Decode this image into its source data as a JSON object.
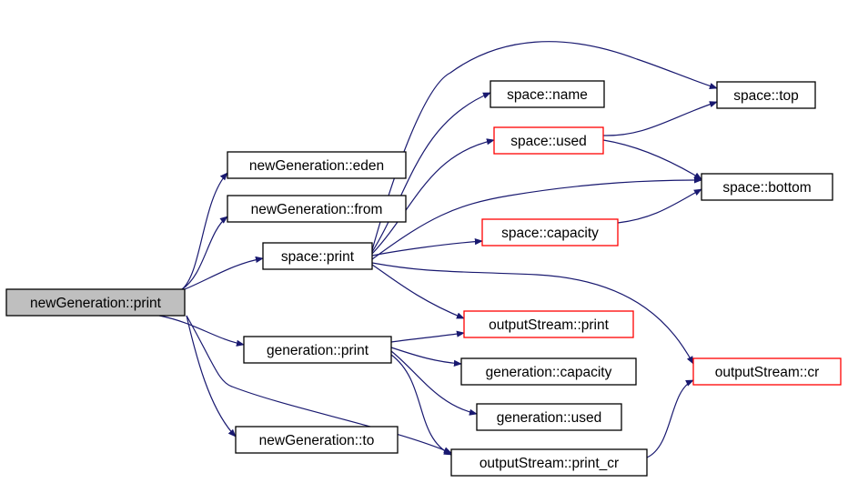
{
  "colors": {
    "edge": "#191970",
    "border_default": "#000000",
    "border_truncated": "#ff0000",
    "root_fill": "#bfbfbf",
    "node_fill": "#ffffff"
  },
  "nodes": [
    {
      "id": "ng_print",
      "label": "newGeneration::print",
      "style": "root"
    },
    {
      "id": "ng_eden",
      "label": "newGeneration::eden",
      "style": "default"
    },
    {
      "id": "ng_from",
      "label": "newGeneration::from",
      "style": "default"
    },
    {
      "id": "sp_print",
      "label": "space::print",
      "style": "default"
    },
    {
      "id": "gen_print",
      "label": "generation::print",
      "style": "default"
    },
    {
      "id": "ng_to",
      "label": "newGeneration::to",
      "style": "default"
    },
    {
      "id": "sp_name",
      "label": "space::name",
      "style": "default"
    },
    {
      "id": "sp_used",
      "label": "space::used",
      "style": "truncated"
    },
    {
      "id": "sp_capacity",
      "label": "space::capacity",
      "style": "truncated"
    },
    {
      "id": "os_print",
      "label": "outputStream::print",
      "style": "truncated"
    },
    {
      "id": "gen_capacity",
      "label": "generation::capacity",
      "style": "default"
    },
    {
      "id": "gen_used",
      "label": "generation::used",
      "style": "default"
    },
    {
      "id": "os_print_cr",
      "label": "outputStream::print_cr",
      "style": "default"
    },
    {
      "id": "sp_top",
      "label": "space::top",
      "style": "default"
    },
    {
      "id": "sp_bottom",
      "label": "space::bottom",
      "style": "default"
    },
    {
      "id": "os_cr",
      "label": "outputStream::cr",
      "style": "truncated"
    }
  ],
  "edges": [
    {
      "from": "ng_print",
      "to": "ng_eden"
    },
    {
      "from": "ng_print",
      "to": "ng_from"
    },
    {
      "from": "ng_print",
      "to": "sp_print"
    },
    {
      "from": "ng_print",
      "to": "gen_print"
    },
    {
      "from": "ng_print",
      "to": "ng_to"
    },
    {
      "from": "ng_print",
      "to": "os_print_cr"
    },
    {
      "from": "sp_print",
      "to": "sp_name"
    },
    {
      "from": "sp_print",
      "to": "sp_used"
    },
    {
      "from": "sp_print",
      "to": "sp_capacity"
    },
    {
      "from": "sp_print",
      "to": "sp_top"
    },
    {
      "from": "sp_print",
      "to": "sp_bottom"
    },
    {
      "from": "sp_print",
      "to": "os_print"
    },
    {
      "from": "sp_print",
      "to": "os_cr"
    },
    {
      "from": "sp_used",
      "to": "sp_top"
    },
    {
      "from": "sp_used",
      "to": "sp_bottom"
    },
    {
      "from": "sp_capacity",
      "to": "sp_bottom"
    },
    {
      "from": "gen_print",
      "to": "os_print"
    },
    {
      "from": "gen_print",
      "to": "gen_capacity"
    },
    {
      "from": "gen_print",
      "to": "gen_used"
    },
    {
      "from": "gen_print",
      "to": "os_print_cr"
    },
    {
      "from": "os_print_cr",
      "to": "os_cr"
    }
  ]
}
